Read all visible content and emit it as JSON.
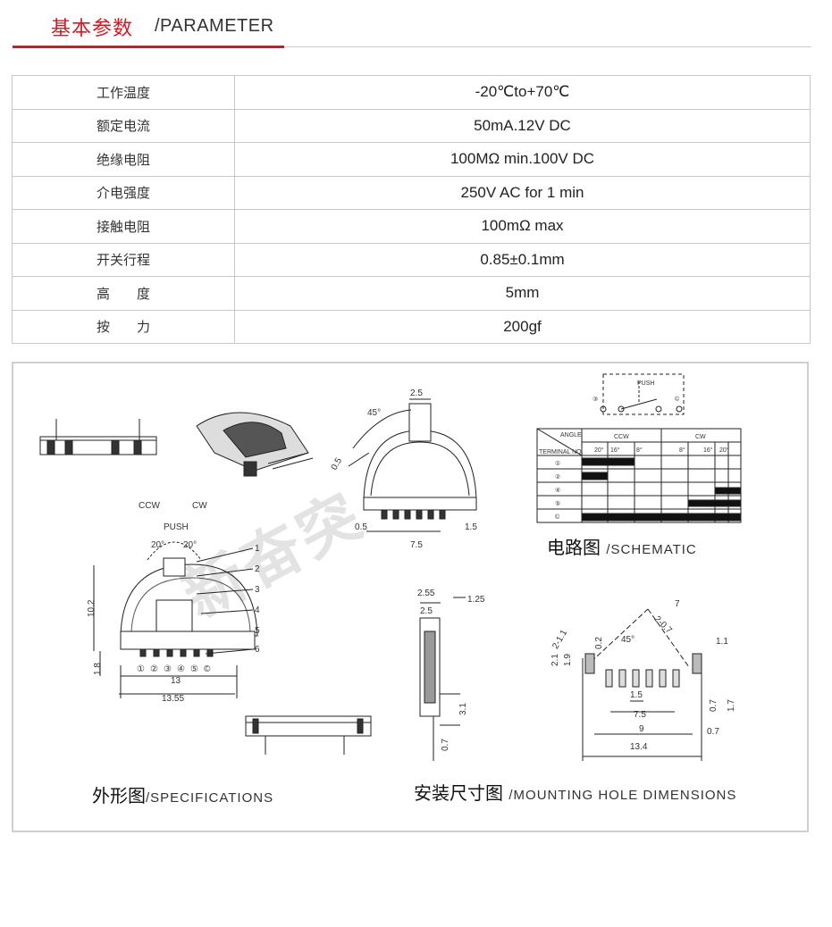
{
  "header": {
    "title_cn": "基本参数",
    "title_en": "/PARAMETER"
  },
  "params": [
    {
      "key": "工作温度",
      "value": "-20℃to+70℃"
    },
    {
      "key": "额定电流",
      "value": "50mA.12V DC"
    },
    {
      "key": "绝缘电阻",
      "value": "100MΩ min.100V DC"
    },
    {
      "key": "介电强度",
      "value": "250V AC for 1 min"
    },
    {
      "key": "接触电阻",
      "value": "100mΩ max"
    },
    {
      "key": "开关行程",
      "value": "0.85±0.1mm"
    },
    {
      "key": "高　　度",
      "value": "5mm"
    },
    {
      "key": "按　　力",
      "value": "200gf"
    }
  ],
  "drawings": {
    "schematic_caption_cn": "电路图",
    "schematic_caption_en": "/SCHEMATIC",
    "spec_caption_cn": "外形图",
    "spec_caption_en": "/SPECIFICATIONS",
    "mount_caption_cn": "安装尺寸图",
    "mount_caption_en": "/MOUNTING HOLE DIMENSIONS",
    "watermark": "新奋突",
    "push_label": "PUSH",
    "ccw": "CCW",
    "cw": "CW",
    "angle": "ANGLE",
    "terminal_no": "TERMINAL NO.",
    "dims": {
      "d_2_5": "2.5",
      "d_45": "45°",
      "d_0_5": "0.5",
      "d_7_5": "7.5",
      "d_1_5": "1.5",
      "d_20": "20°",
      "d_10_2": "10.2",
      "d_1_8": "1.8",
      "d_13": "13",
      "d_13_55": "13.55",
      "d_2_55": "2.55",
      "d_1_25": "1.25",
      "d_3_1": "3.1",
      "d_0_7": "0.7",
      "d_7": "7",
      "d_2_0_7": "2-0.7",
      "d_2_1_1": "2-1.1",
      "d_0_2": "0.2",
      "d_1_1": "1.1",
      "d_2_1": "2.1",
      "d_1_9": "1.9",
      "d_9": "9",
      "d_13_4": "13.4",
      "d_1_7": "1.7",
      "d_16": "16°",
      "d_8": "8°"
    },
    "callouts": [
      "1",
      "2",
      "3",
      "4",
      "5",
      "6"
    ],
    "terminals": [
      "①",
      "②",
      "③",
      "④",
      "⑤",
      "©"
    ]
  }
}
